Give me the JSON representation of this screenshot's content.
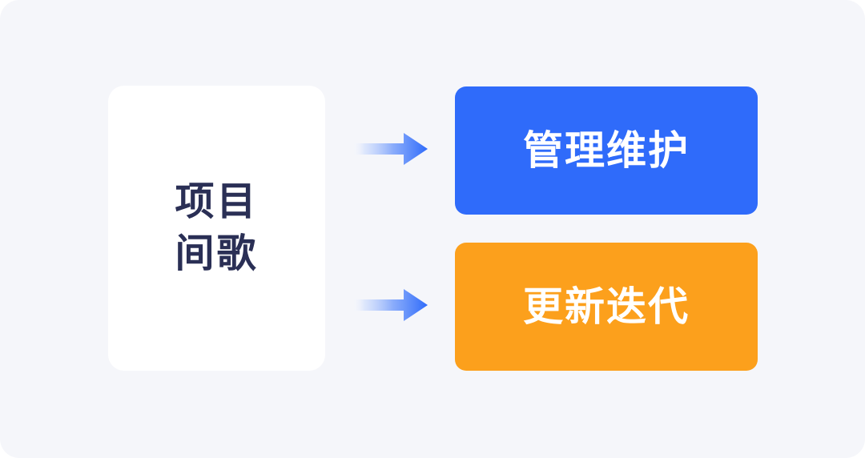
{
  "panel": {
    "background_color": "#F5F6FA",
    "corner_radius": "24px"
  },
  "source_card": {
    "name": "project-interval-card",
    "background_color": "#FFFFFF",
    "text_color": "#2A2F55",
    "lines": [
      {
        "text": "项目"
      },
      {
        "text": "间歌"
      }
    ]
  },
  "arrows": [
    {
      "name": "arrow-to-maintenance",
      "direction": "right",
      "gradient_from": "#FFFFFF",
      "gradient_to": "#2F6BFA"
    },
    {
      "name": "arrow-to-iteration",
      "direction": "right",
      "gradient_from": "#FFFFFF",
      "gradient_to": "#2F6BFA"
    }
  ],
  "outcomes": [
    {
      "name": "outcome-maintenance",
      "label": "管理维护",
      "background_color": "#2F6BFA",
      "text_color": "#FFFFFF"
    },
    {
      "name": "outcome-iteration",
      "label": "更新迭代",
      "background_color": "#FCA01C",
      "text_color": "#FFFFFF"
    }
  ]
}
